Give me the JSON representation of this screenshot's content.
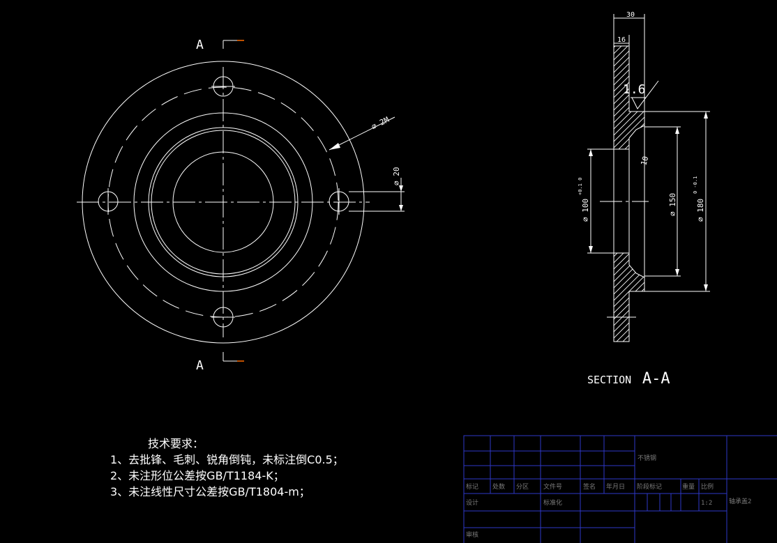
{
  "front_view": {
    "section_label_top": "A",
    "section_label_bottom": "A",
    "dim_bolt_circle": "⌀ 2M",
    "dim_hole": "⌀ 20"
  },
  "section_view": {
    "caption_prefix": "SECTION",
    "caption_name": "A-A",
    "dim_total_width": "30",
    "dim_flange_thickness": "16",
    "roughness": "1.6",
    "dim_chamfer": "10",
    "dim_d100": "⌀ 100",
    "dim_d100_tol": "+0.1  0",
    "dim_d150": "⌀ 150",
    "dim_d180": "⌀ 180",
    "dim_d180_tol": "0  -0.1"
  },
  "notes": {
    "title": "技术要求：",
    "items": [
      "1、去批锋、毛刺、锐角倒钝，未标注倒C0.5；",
      "2、未注形位公差按GB/T1184-K；",
      "3、未注线性尺寸公差按GB/T1804-m；"
    ]
  },
  "title_block": {
    "material": "不锈钢",
    "h_mark": "标记",
    "h_count": "处数",
    "h_zone": "分区",
    "h_docno": "文件号",
    "h_sign": "签名",
    "h_date": "年月日",
    "h_stage": "阶段标记",
    "h_weight": "重量",
    "h_scale": "比例",
    "design": "设计",
    "standardize": "标准化",
    "scale_value": "1:2",
    "part_name": "轴承盖2",
    "review": "审核"
  },
  "colors": {
    "background": "#000000",
    "lines": "#ffffff",
    "frame": "#2e38c8",
    "table_text": "#7a7a7a",
    "marker": "#ff6a00"
  }
}
